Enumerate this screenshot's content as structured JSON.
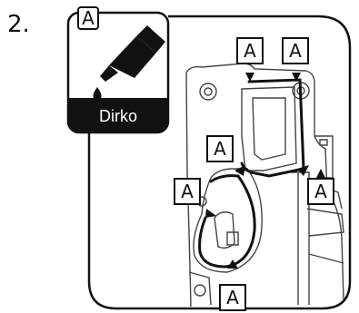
{
  "step": {
    "number": "2."
  },
  "product": {
    "callout_letter": "A",
    "name": "Dirko",
    "icon": "sealant-applicator-icon"
  },
  "callouts": [
    "A",
    "A",
    "A",
    "A",
    "A",
    "A",
    "A"
  ],
  "colors": {
    "ink": "#111111",
    "label_bg": "#111111",
    "label_text": "#ffffff",
    "sealant_line": "#111111"
  }
}
